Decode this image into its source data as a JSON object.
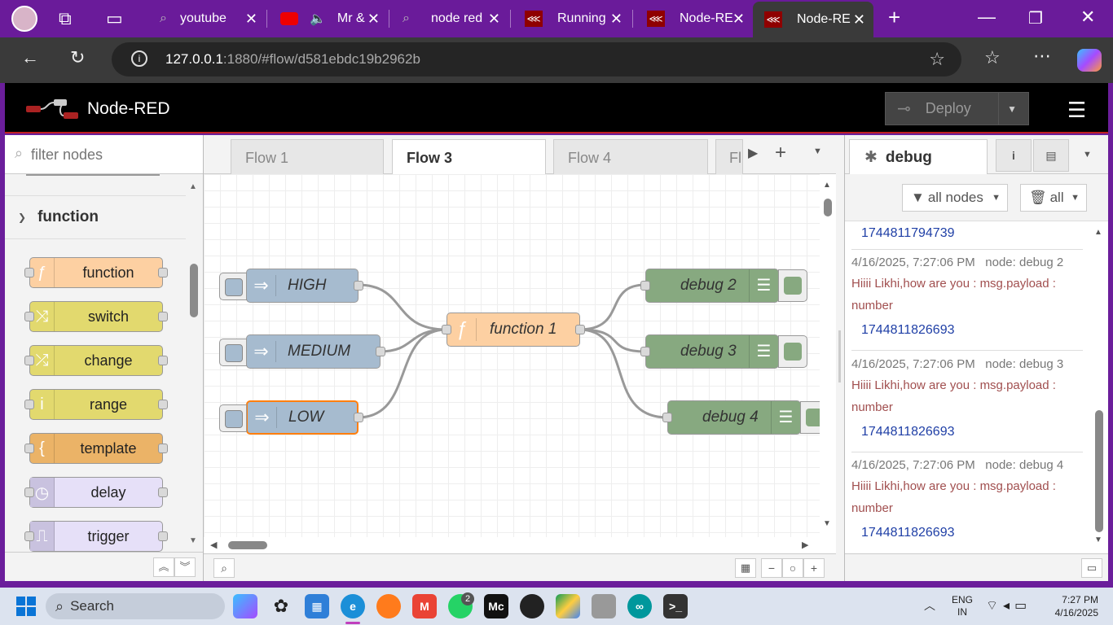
{
  "browser": {
    "tabs": [
      {
        "label": "youtube"
      },
      {
        "label": "Mr &"
      },
      {
        "label": "node red"
      },
      {
        "label": "Running"
      },
      {
        "label": "Node-RE"
      },
      {
        "label": "Node-RE"
      }
    ],
    "url_host": "127.0.0.1",
    "url_rest": ":1880/#flow/d581ebdc19b2962b"
  },
  "header": {
    "title": "Node-RED",
    "deploy": "Deploy"
  },
  "palette": {
    "filter_placeholder": "filter nodes",
    "category": "function",
    "nodes": [
      {
        "label": "function",
        "color": "#fdd0a2",
        "glyph": "ƒ"
      },
      {
        "label": "switch",
        "color": "#e2d96e",
        "glyph": "⤨"
      },
      {
        "label": "change",
        "color": "#e2d96e",
        "glyph": "⤮"
      },
      {
        "label": "range",
        "color": "#e2d96e",
        "glyph": "i"
      },
      {
        "label": "template",
        "color": "#ebb367",
        "glyph": "{"
      },
      {
        "label": "delay",
        "color": "#e6e0f8",
        "glyph": "◷"
      },
      {
        "label": "trigger",
        "color": "#e6e0f8",
        "glyph": "⎍"
      }
    ]
  },
  "workspace": {
    "tabs": [
      "Flow 1",
      "Flow 3",
      "Flow 4",
      "Fl"
    ],
    "nodes": {
      "high": "HIGH",
      "medium": "MEDIUM",
      "low": "LOW",
      "function1": "function 1",
      "debug2": "debug 2",
      "debug3": "debug 3",
      "debug4": "debug 4"
    }
  },
  "sidebar": {
    "tab": "debug",
    "filter": "all nodes",
    "clear": "all",
    "first_number": "1744811794739",
    "messages": [
      {
        "meta": "4/16/2025, 7:27:06 PM   node: debug 2",
        "text": "Hiiii Likhi,how are you : msg.payload : number",
        "value": "1744811826693"
      },
      {
        "meta": "4/16/2025, 7:27:06 PM   node: debug 3",
        "text": "Hiiii Likhi,how are you : msg.payload : number",
        "value": "1744811826693"
      },
      {
        "meta": "4/16/2025, 7:27:06 PM   node: debug 4",
        "text": "Hiiii Likhi,how are you : msg.payload : number",
        "value": "1744811826693"
      }
    ]
  },
  "taskbar": {
    "search": "Search",
    "lang": "ENG",
    "region": "IN",
    "time": "7:27 PM",
    "date": "4/16/2025",
    "whatsapp_badge": "2"
  }
}
